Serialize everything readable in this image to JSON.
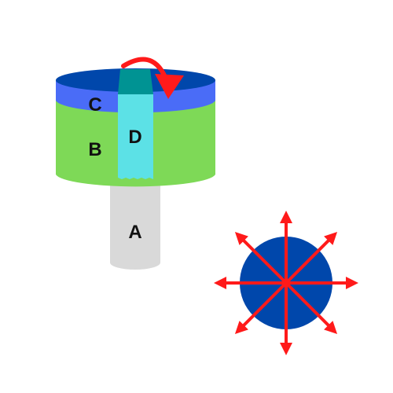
{
  "labels": {
    "a": "A",
    "b": "B",
    "c": "C",
    "d": "D"
  },
  "colors": {
    "stem": "#d9d9d9",
    "base": "#7ed957",
    "ring": "#4a6cf7",
    "cap_top": "#0047ab",
    "core": "#5ce1e6",
    "core_top": "#009393",
    "arrow": "#ff1a1a",
    "disc": "#0047ab"
  },
  "radial_arrows": {
    "count": 8
  }
}
